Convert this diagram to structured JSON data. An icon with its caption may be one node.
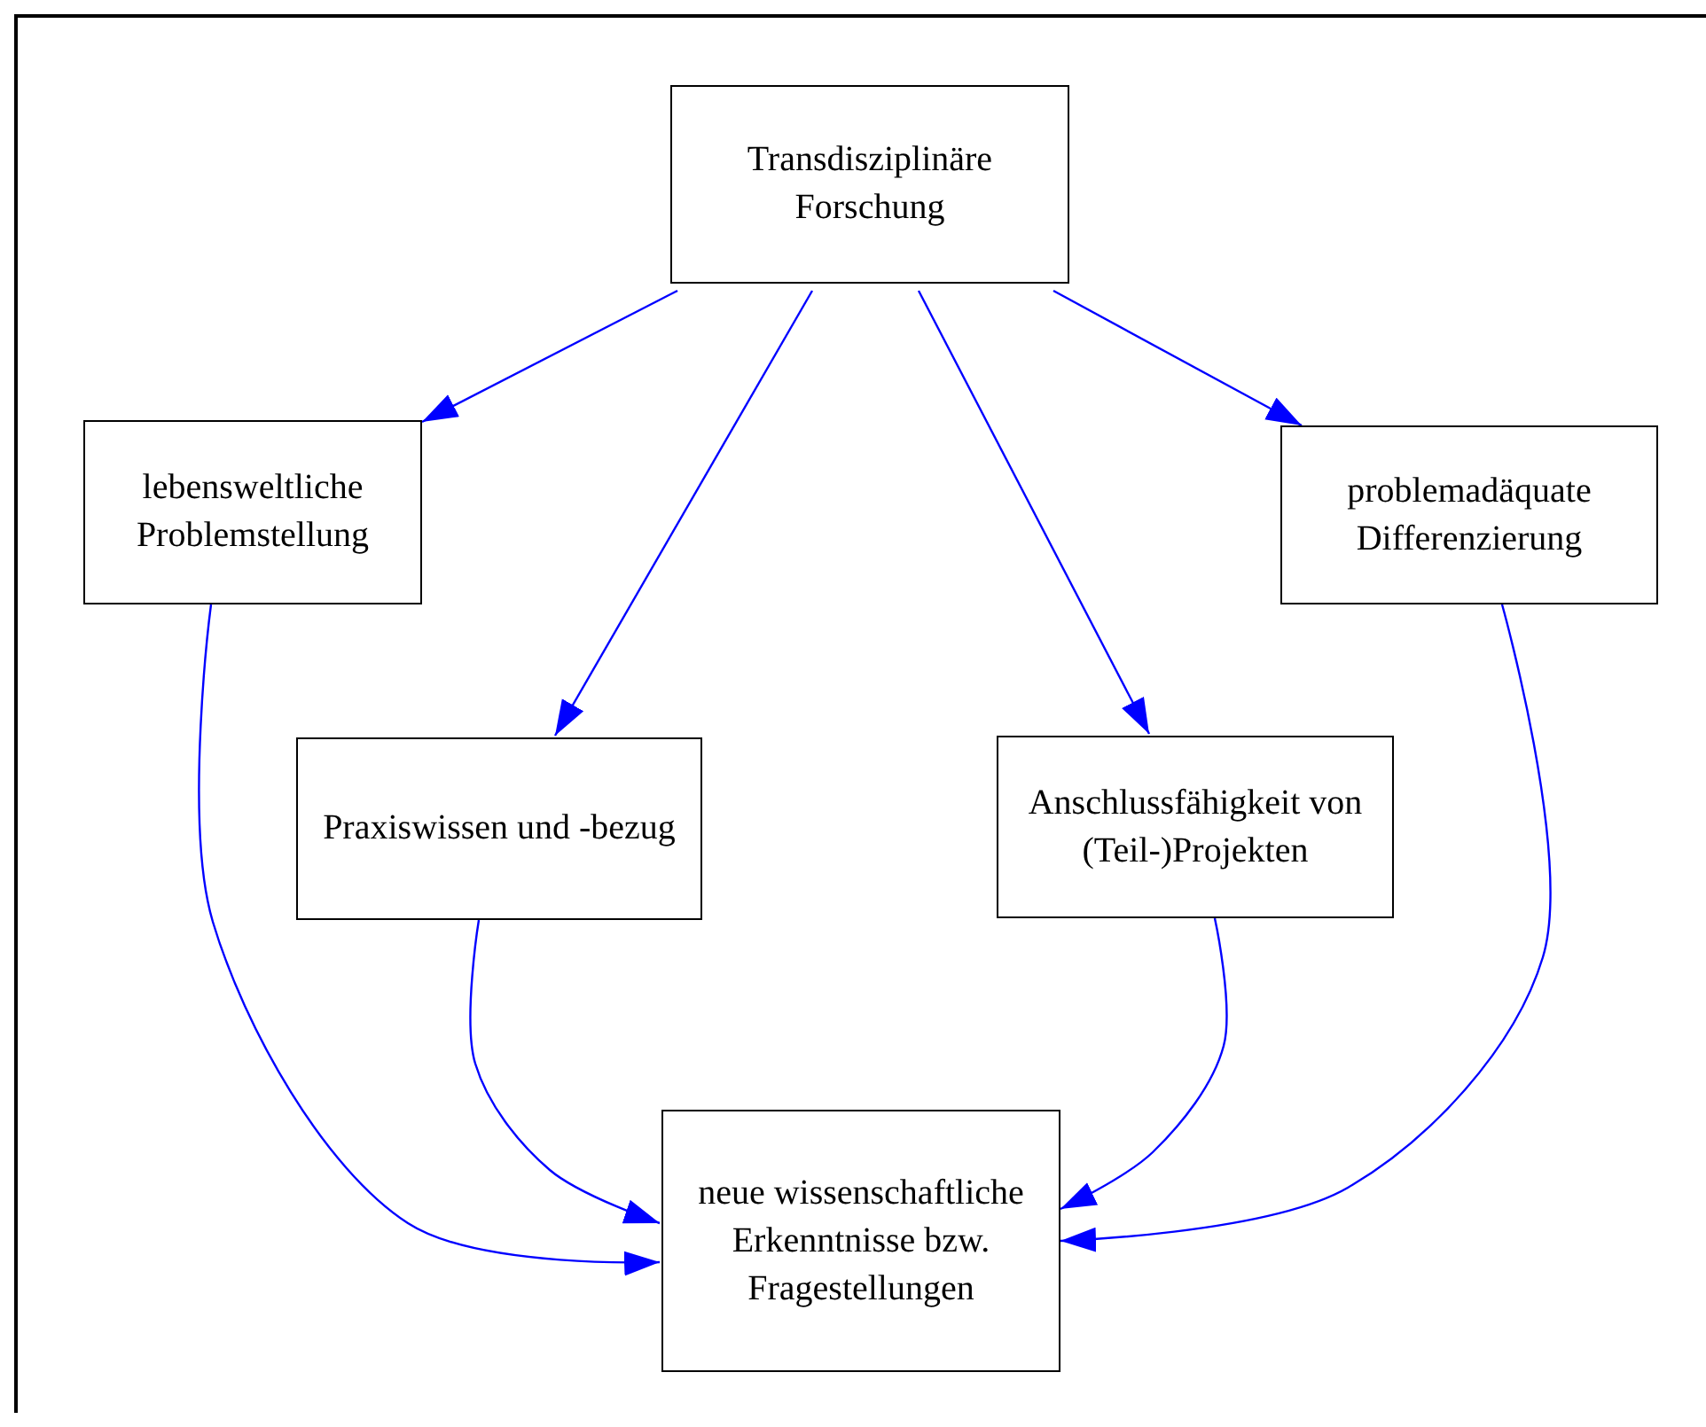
{
  "diagram": {
    "nodes": [
      {
        "text": [
          "Transdisziplinäre Forschung"
        ]
      },
      {
        "text": [
          "lebensweltliche Problemstellung"
        ]
      },
      {
        "text": [
          "problemadäquate Differenzierung"
        ]
      },
      {
        "text": [
          "Praxiswissen und -bezug"
        ]
      },
      {
        "text": [
          "Anschlussfähigkeit von (Teil-)Projekten"
        ]
      },
      {
        "text": [
          "neue wissenschaftliche Erkenntnisse bzw. Fragestellungen"
        ]
      }
    ],
    "edges": [
      {
        "from": 0,
        "to": 1,
        "arrow": "to",
        "color": "#0000ff"
      },
      {
        "from": 0,
        "to": 3,
        "arrow": "to",
        "color": "#0000ff"
      },
      {
        "from": 0,
        "to": 4,
        "arrow": "to",
        "color": "#0000ff"
      },
      {
        "from": 0,
        "to": 2,
        "arrow": "to",
        "color": "#0000ff"
      },
      {
        "from": 1,
        "to": 5,
        "arrow": "to",
        "color": "#0000ff"
      },
      {
        "from": 3,
        "to": 5,
        "arrow": "to",
        "color": "#0000ff"
      },
      {
        "from": 4,
        "to": 5,
        "arrow": "to",
        "color": "#0000ff"
      },
      {
        "from": 2,
        "to": 5,
        "arrow": "to",
        "color": "#0000ff"
      }
    ]
  }
}
